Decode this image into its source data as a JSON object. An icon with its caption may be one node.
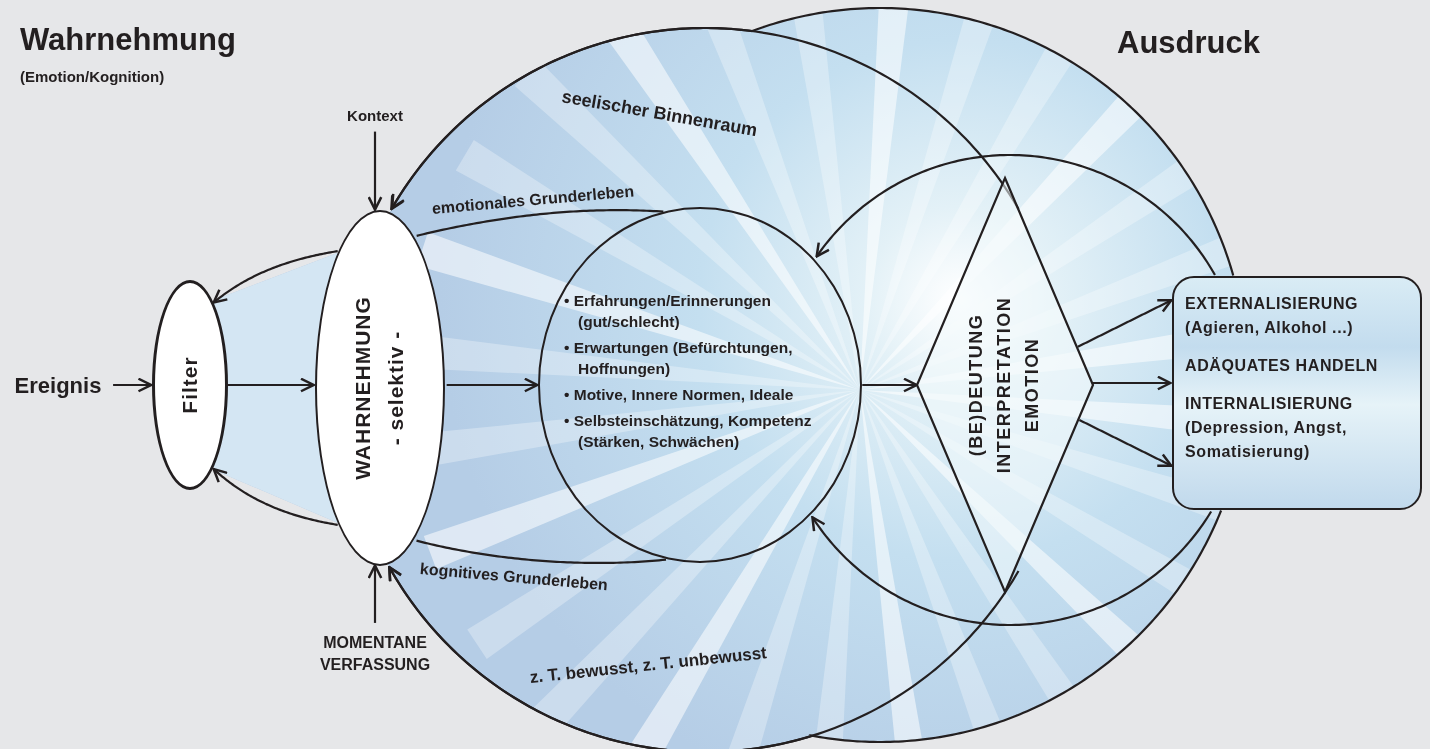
{
  "diagram": {
    "nodes": [
      {
        "text": [
          "Ereignis"
        ]
      },
      {
        "text": [
          "Filter"
        ]
      },
      {
        "text": [
          "WAHRNEHMUNG",
          "- selektiv -"
        ]
      },
      {
        "text": [
          "• Erfahrungen/Erinnerungen (gut/schlecht)",
          "• Erwartungen (Befürchtungen, Hoffnungen)",
          "• Motive, Innere Normen, Ideale",
          "• Selbsteinschätzung, Kompetenz (Stärken, Schwächen)"
        ]
      },
      {
        "text": [
          "(BE)DEUTUNG",
          "INTERPRETATION",
          "EMOTION"
        ]
      },
      {
        "text": [
          "EXTERNALISIERUNG (Agieren, Alkohol ...)",
          "ADÄQUATES HANDELN",
          "INTERNALISIERUNG (Depression, Angst, Somatisierung)"
        ]
      },
      {
        "text": [
          "Kontext"
        ]
      },
      {
        "text": [
          "MOMENTANE VERFASSUNG"
        ]
      }
    ],
    "edges": [
      {
        "from": 0,
        "to": 1,
        "arrow": "to"
      },
      {
        "from": 1,
        "to": 2,
        "arrow": "to"
      },
      {
        "from": 2,
        "to": 3,
        "arrow": "to"
      },
      {
        "from": 3,
        "to": 4,
        "arrow": "to"
      },
      {
        "from": 4,
        "to": 5,
        "arrow": "to"
      },
      {
        "from": 4,
        "to": 5,
        "arrow": "to"
      },
      {
        "from": 4,
        "to": 5,
        "arrow": "to"
      },
      {
        "from": 6,
        "to": 2,
        "arrow": "to"
      },
      {
        "from": 7,
        "to": 2,
        "arrow": "to"
      },
      {
        "from": 2,
        "to": 1,
        "arrow": "to"
      },
      {
        "from": 2,
        "to": 1,
        "arrow": "to"
      },
      {
        "from": 2,
        "to": 3,
        "arrow": "none",
        "label": "emotionales Grunderleben"
      },
      {
        "from": 2,
        "to": 3,
        "arrow": "none",
        "label": "kognitives Grunderleben"
      },
      {
        "from": 5,
        "to": 2,
        "arrow": "to"
      },
      {
        "from": 4,
        "to": 2,
        "arrow": "to"
      },
      {
        "from": 5,
        "to": 3,
        "arrow": "to"
      },
      {
        "from": 5,
        "to": 3,
        "arrow": "to"
      },
      {
        "from": 5,
        "to": 2,
        "arrow": "to"
      },
      {
        "from": 4,
        "to": 2,
        "arrow": "to"
      }
    ],
    "labels": [
      "Wahrnehmung",
      "(Emotion/Kognition)",
      "Ausdruck",
      "seelischer Binnenraum",
      "z. T. bewusst, z. T. unbewusst"
    ]
  }
}
